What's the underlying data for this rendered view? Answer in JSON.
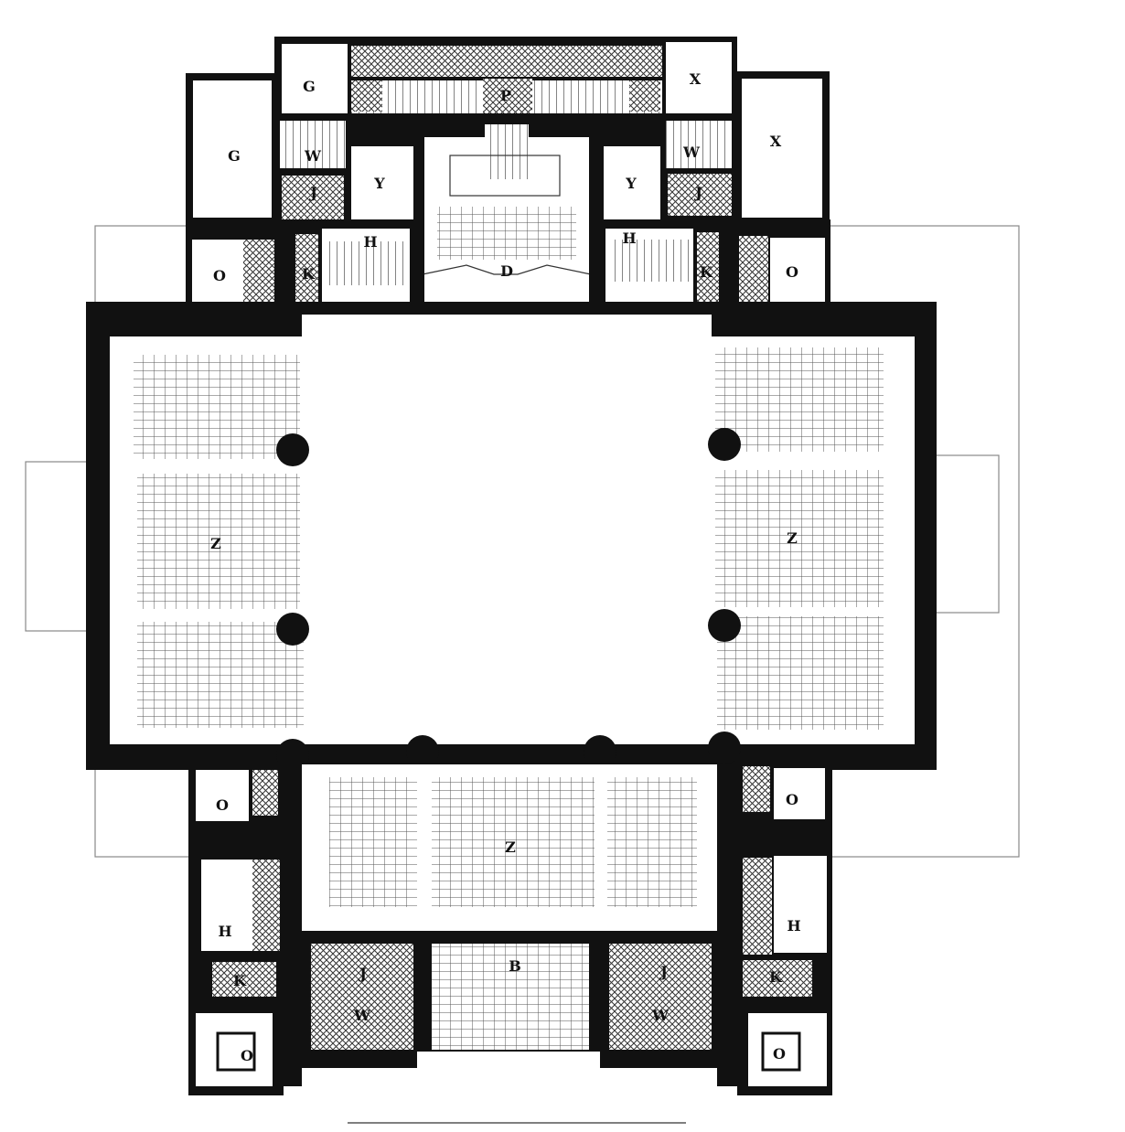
{
  "plan": {
    "labels": {
      "g_top": "G",
      "g_left": "G",
      "x_top": "X",
      "x_right": "X",
      "p": "P",
      "w_left": "W",
      "w_right": "W",
      "y_left": "Y",
      "y_right": "Y",
      "j_top_left": "J",
      "j_top_right": "J",
      "h_top_left": "H",
      "h_top_right": "H",
      "k_top_left": "K",
      "k_top_right": "K",
      "o_top_left": "O",
      "o_top_right": "O",
      "d": "D",
      "z_left": "Z",
      "z_right": "Z",
      "z_bottom": "Z",
      "o_mid_left": "O",
      "o_mid_right": "O",
      "h_bottom_left": "H",
      "h_bottom_right": "H",
      "k_bottom_left": "K",
      "k_bottom_right": "K",
      "j_bottom_left": "J",
      "j_bottom_right": "J",
      "b": "B",
      "w_bottom_left": "W",
      "w_bottom_right": "W",
      "o_bottom_left": "O",
      "o_bottom_right": "O"
    }
  }
}
